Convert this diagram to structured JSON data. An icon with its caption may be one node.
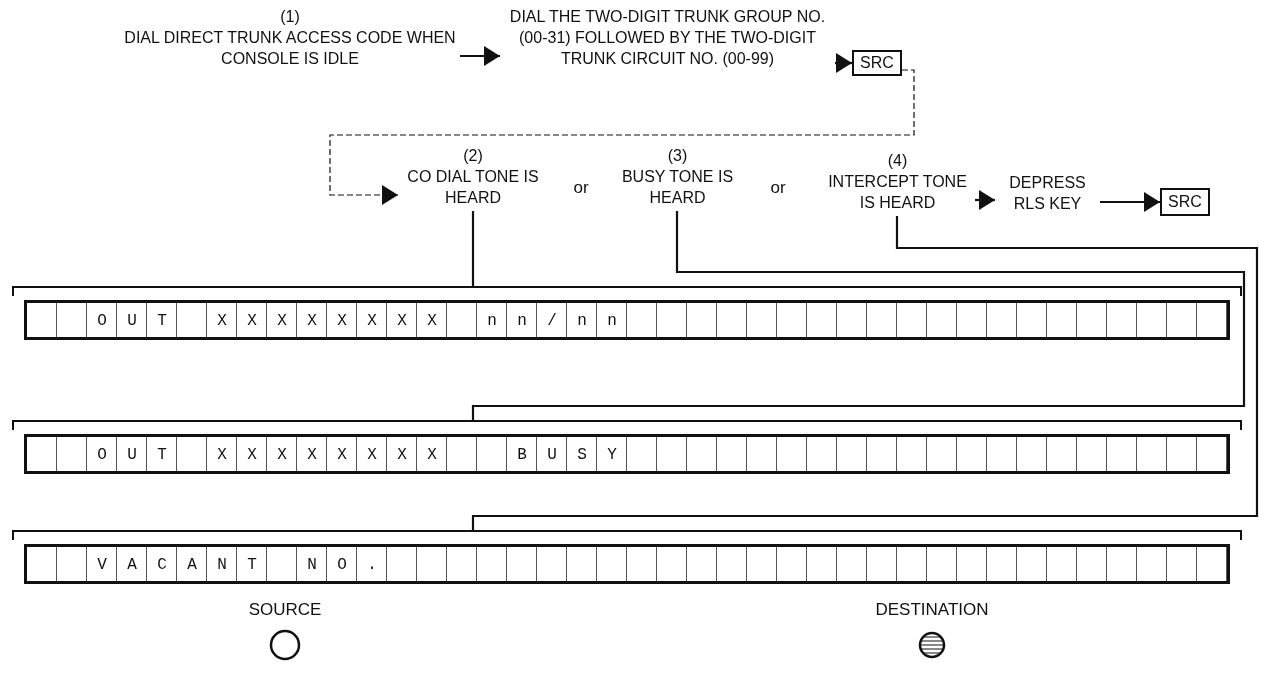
{
  "diagram": {
    "nodes": [
      {
        "text": [
          "(1)",
          "DIAL DIRECT TRUNK ACCESS CODE WHEN CONSOLE IS IDLE"
        ]
      },
      {
        "text": [
          "DIAL THE TWO-DIGIT TRUNK GROUP NO. (00-31) FOLLOWED BY THE TWO-DIGIT TRUNK CIRCUIT NO. (00-99)"
        ]
      },
      {
        "text": [
          "SRC"
        ]
      },
      {
        "text": [
          "(2)",
          "CO DIAL TONE IS HEARD"
        ]
      },
      {
        "text": [
          "(3)",
          "BUSY TONE IS HEARD"
        ]
      },
      {
        "text": [
          "(4)",
          "INTERCEPT TONE IS HEARD"
        ]
      },
      {
        "text": [
          "DEPRESS RLS KEY"
        ]
      },
      {
        "text": [
          "SRC"
        ]
      },
      {
        "text": [
          "OUT XXXXXXXX nn/nn"
        ]
      },
      {
        "text": [
          "OUT XXXXXXXX  BUSY"
        ]
      },
      {
        "text": [
          "VACANT NO."
        ]
      }
    ],
    "edges": [
      {
        "from": 0,
        "to": 1,
        "arrow": "to"
      },
      {
        "from": 1,
        "to": 2,
        "arrow": "to"
      },
      {
        "from": 2,
        "to": 3,
        "arrow": "to",
        "style": "dashed"
      },
      {
        "from": 5,
        "to": 6,
        "arrow": "to"
      },
      {
        "from": 6,
        "to": 7,
        "arrow": "to"
      },
      {
        "from": 3,
        "to": 8,
        "arrow": "none"
      },
      {
        "from": 4,
        "to": 9,
        "arrow": "none"
      },
      {
        "from": 5,
        "to": 10,
        "arrow": "none"
      }
    ],
    "labels": [
      "or",
      "or",
      "SOURCE",
      "DESTINATION"
    ]
  }
}
